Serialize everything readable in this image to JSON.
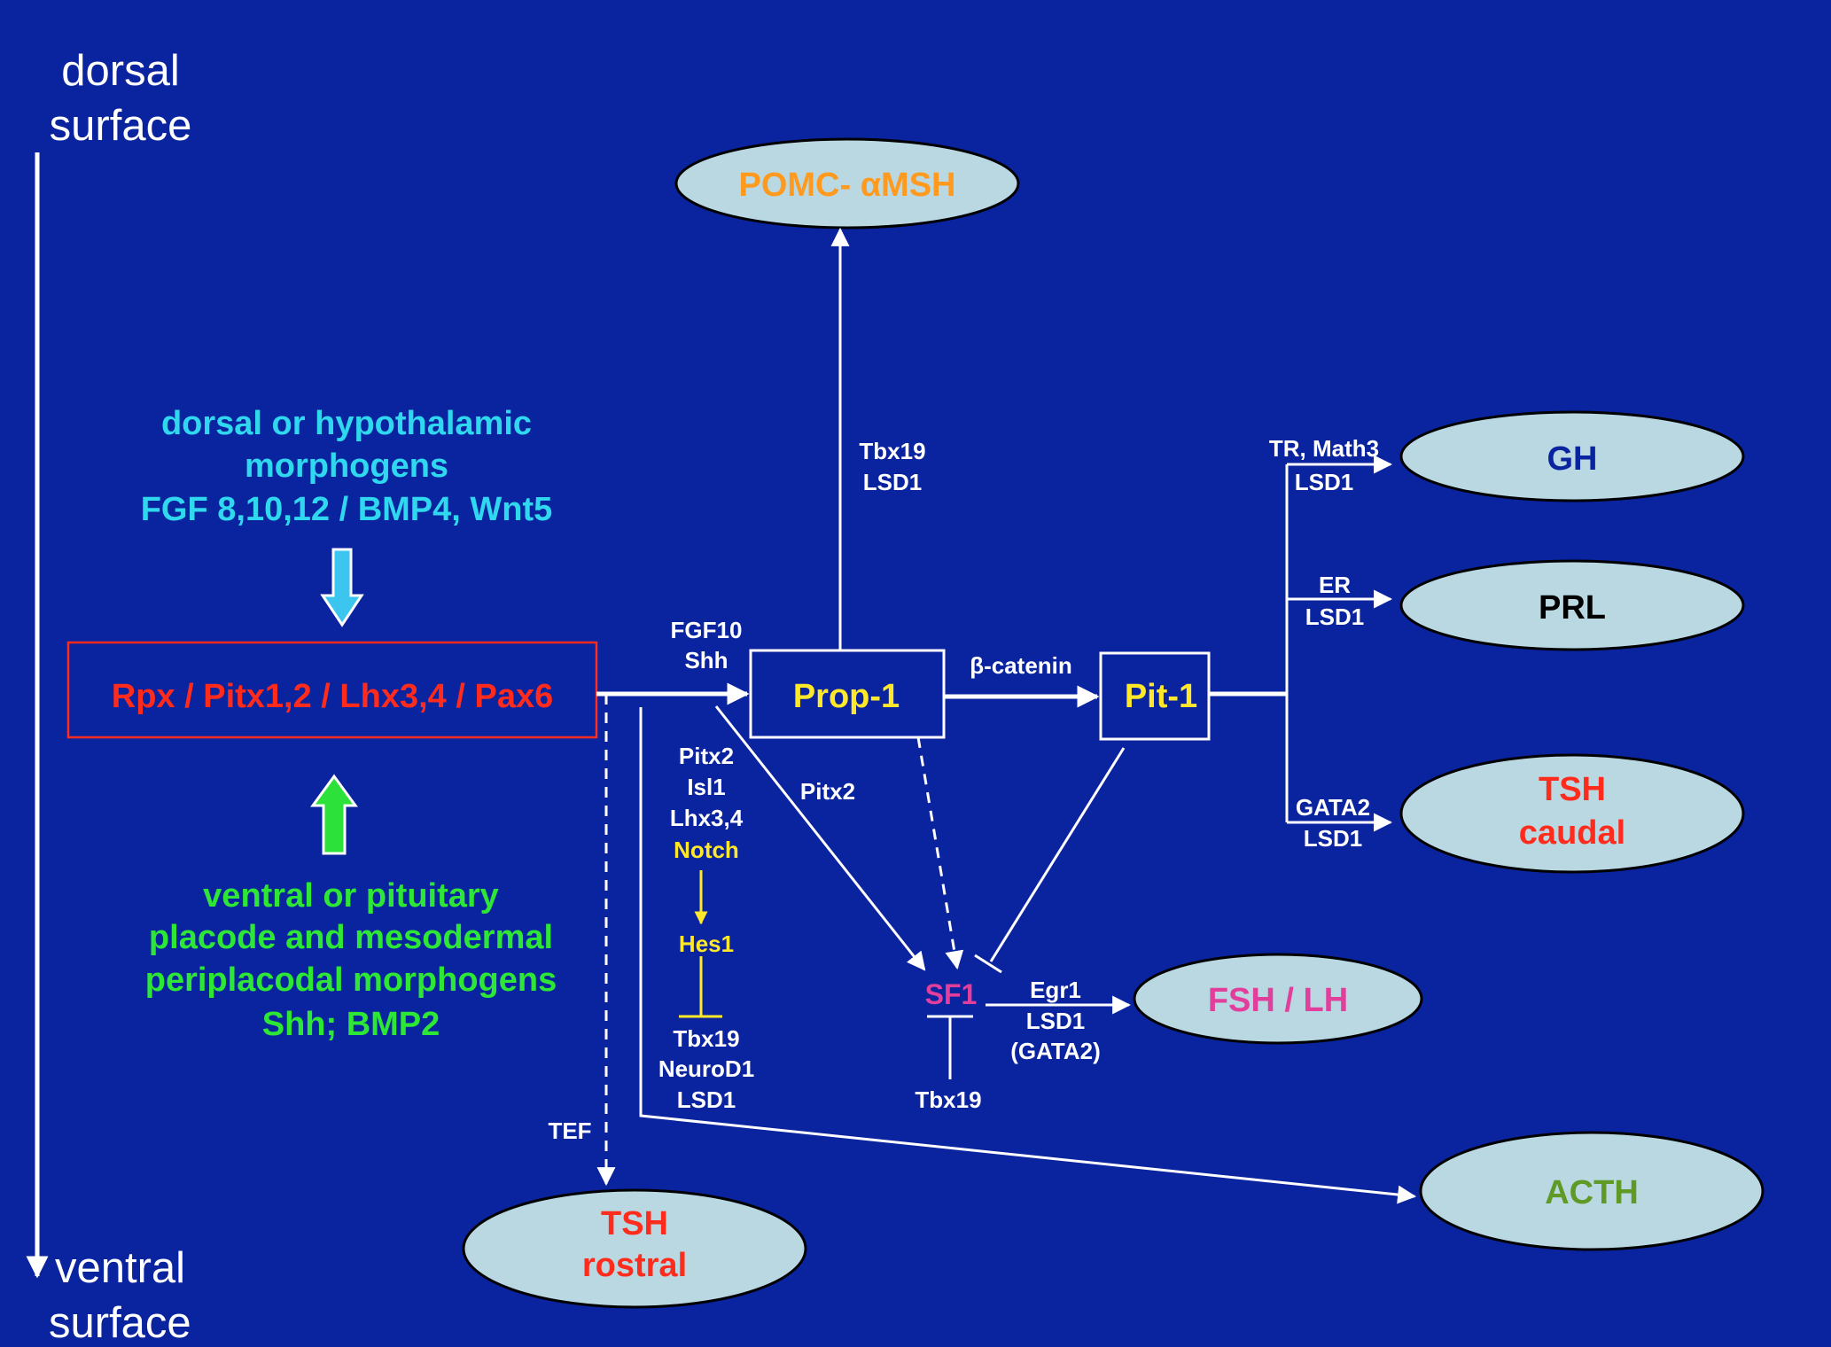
{
  "axis": {
    "top": [
      "dorsal",
      "surface"
    ],
    "bottom": [
      "ventral",
      "surface"
    ]
  },
  "morphogens": {
    "dorsal": [
      "dorsal or hypothalamic",
      "morphogens",
      "FGF 8,10,12 / BMP4, Wnt5"
    ],
    "ventral": [
      "ventral or pituitary",
      "placode and mesodermal",
      "periplacodal morphogens",
      "Shh; BMP2"
    ]
  },
  "boxes": {
    "rpx": "Rpx / Pitx1,2 / Lhx3,4 / Pax6",
    "prop1": "Prop-1",
    "pit1": "Pit-1"
  },
  "ovals": {
    "pomc": "POMC- αMSH",
    "gh": "GH",
    "prl": "PRL",
    "tsh_caudal": [
      "TSH",
      "caudal"
    ],
    "fsh_lh": "FSH / LH",
    "acth": "ACTH",
    "tsh_rostral": [
      "TSH",
      "rostral"
    ]
  },
  "labels": {
    "fgf10_shh": [
      "FGF10",
      "Shh"
    ],
    "tbx19_lsd1_top": [
      "Tbx19",
      "LSD1"
    ],
    "beta_catenin": "β-catenin",
    "tr_math3": [
      "TR, Math3",
      "LSD1"
    ],
    "er": [
      "ER",
      "LSD1"
    ],
    "gata2": [
      "GATA2",
      "LSD1"
    ],
    "pitx2_stack": [
      "Pitx2",
      "Isl1",
      "Lhx3,4"
    ],
    "notch": "Notch",
    "hes1": "Hes1",
    "tbx19_stack": [
      "Tbx19",
      "NeuroD1",
      "LSD1"
    ],
    "pitx2": "Pitx2",
    "sf1": "SF1",
    "egr1_stack": [
      "Egr1",
      "LSD1",
      "(GATA2)"
    ],
    "tbx19_bottom": "Tbx19",
    "tef": "TEF"
  },
  "colors": {
    "background": "#0a239e",
    "oval_fill": "#b9d8e2",
    "red": "#ff2b1c",
    "orange": "#ff9a1f",
    "yellow": "#ffe82a",
    "navy": "#0a239e",
    "black": "#000000",
    "pink": "#e23f9c",
    "olive": "#5f9a26",
    "cyan_arrow": "#3cc6ef",
    "green_arrow": "#2be13a"
  }
}
